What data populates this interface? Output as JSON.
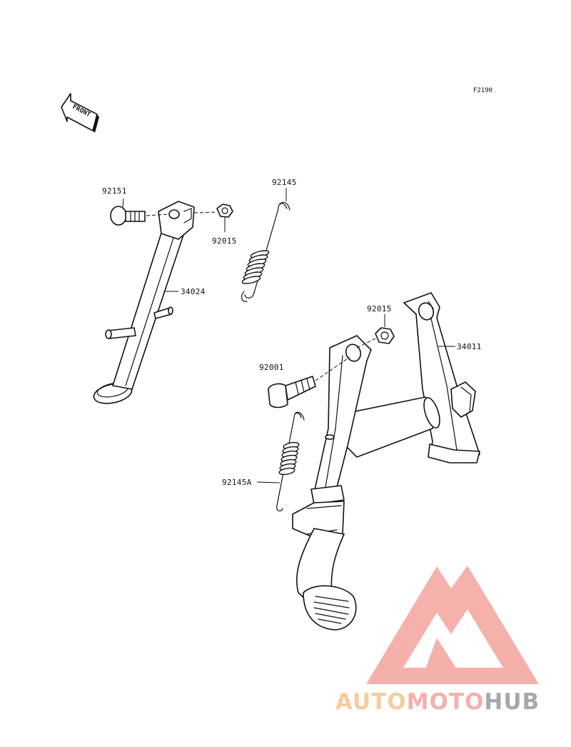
{
  "figure_ref": "F2190",
  "front_label": "FRONT",
  "parts": {
    "p92151": "92151",
    "p92015_side": "92015",
    "p92145": "92145",
    "p34024": "34024",
    "p92015_center": "92015",
    "p34011": "34011",
    "p92001": "92001",
    "p92145A": "92145A"
  },
  "watermark": {
    "auto": "AUTO",
    "moto": "MOTO",
    "hub": "HUB",
    "colors": {
      "auto": "#f5c48a",
      "moto": "#f4a39d",
      "hub": "#999999",
      "logo": "#f4a39d"
    }
  }
}
